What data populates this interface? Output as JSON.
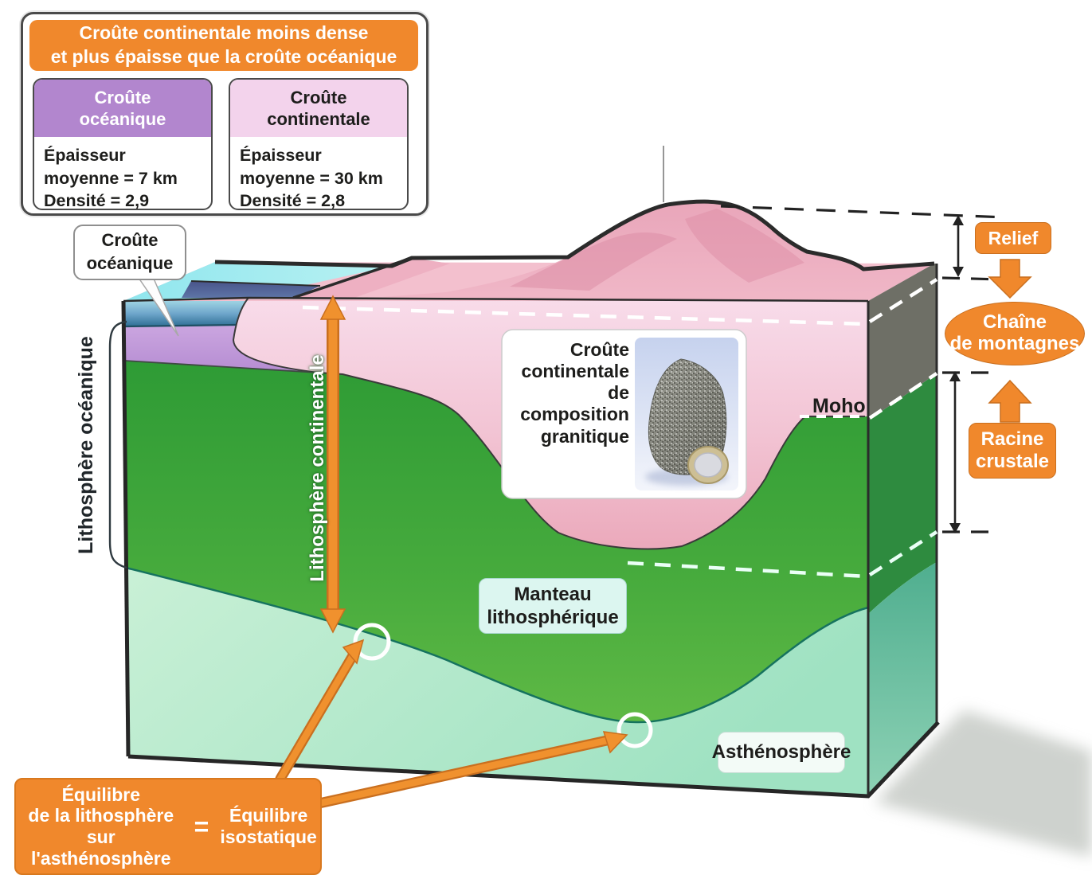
{
  "info": {
    "title": "Croûte continentale moins dense\net plus épaisse que la croûte océanique",
    "oceanic": {
      "header": "Croûte\nocéanique",
      "body": "Épaisseur\nmoyenne = 7 km\nDensité =  2,9"
    },
    "continental": {
      "header": "Croûte\ncontinentale",
      "body": "Épaisseur\nmoyenne = 30 km\nDensité =  2,8"
    }
  },
  "callout": {
    "oceanic_crust": "Croûte\nocéanique"
  },
  "labels": {
    "lithosphere_oceanic": "Lithosphère océanique",
    "lithosphere_continental": "Lithosphère continentale",
    "moho": "Moho",
    "mantle": "Manteau\nlithosphérique",
    "asthenosphere": "Asthénosphère"
  },
  "granite": {
    "text": "Croûte\ncontinentale\nde composition\ngranitique"
  },
  "right": {
    "relief": "Relief",
    "chain": "Chaîne\nde montagnes",
    "root": "Racine\ncrustale"
  },
  "equilibrium": {
    "left": "Équilibre\nde la lithosphère\nsur\nl'asthénosphère",
    "equals": "=",
    "right": "Équilibre\nisostatique"
  },
  "colors": {
    "accent_orange": "#f0882c",
    "oceanic_crust_purple": "#c49edc",
    "continental_crust_pink": "#f6d7e6",
    "mantle_green": "#3fa43a",
    "asthenosphere_green": "#b9ebcc",
    "water_cyan": "#9fe0ec",
    "side_gray": "#6e6f66"
  }
}
